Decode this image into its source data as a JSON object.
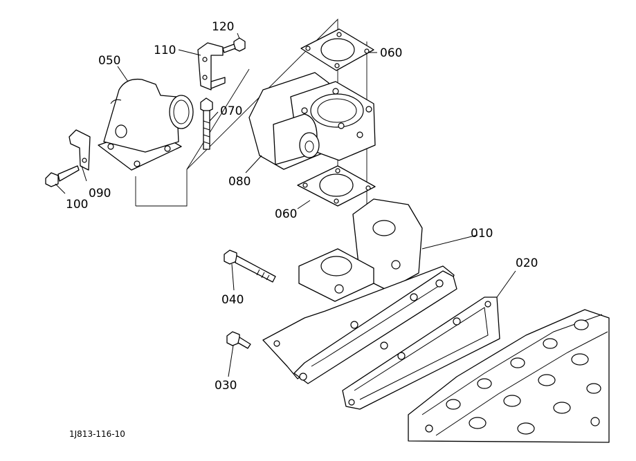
{
  "diagram": {
    "drawing_id": "1J813-116-10",
    "callouts": {
      "p010": "010",
      "p020": "020",
      "p030": "030",
      "p040": "040",
      "p050": "050",
      "p060a": "060",
      "p060b": "060",
      "p070": "070",
      "p080": "080",
      "p090": "090",
      "p100": "100",
      "p110": "110",
      "p120": "120"
    }
  }
}
